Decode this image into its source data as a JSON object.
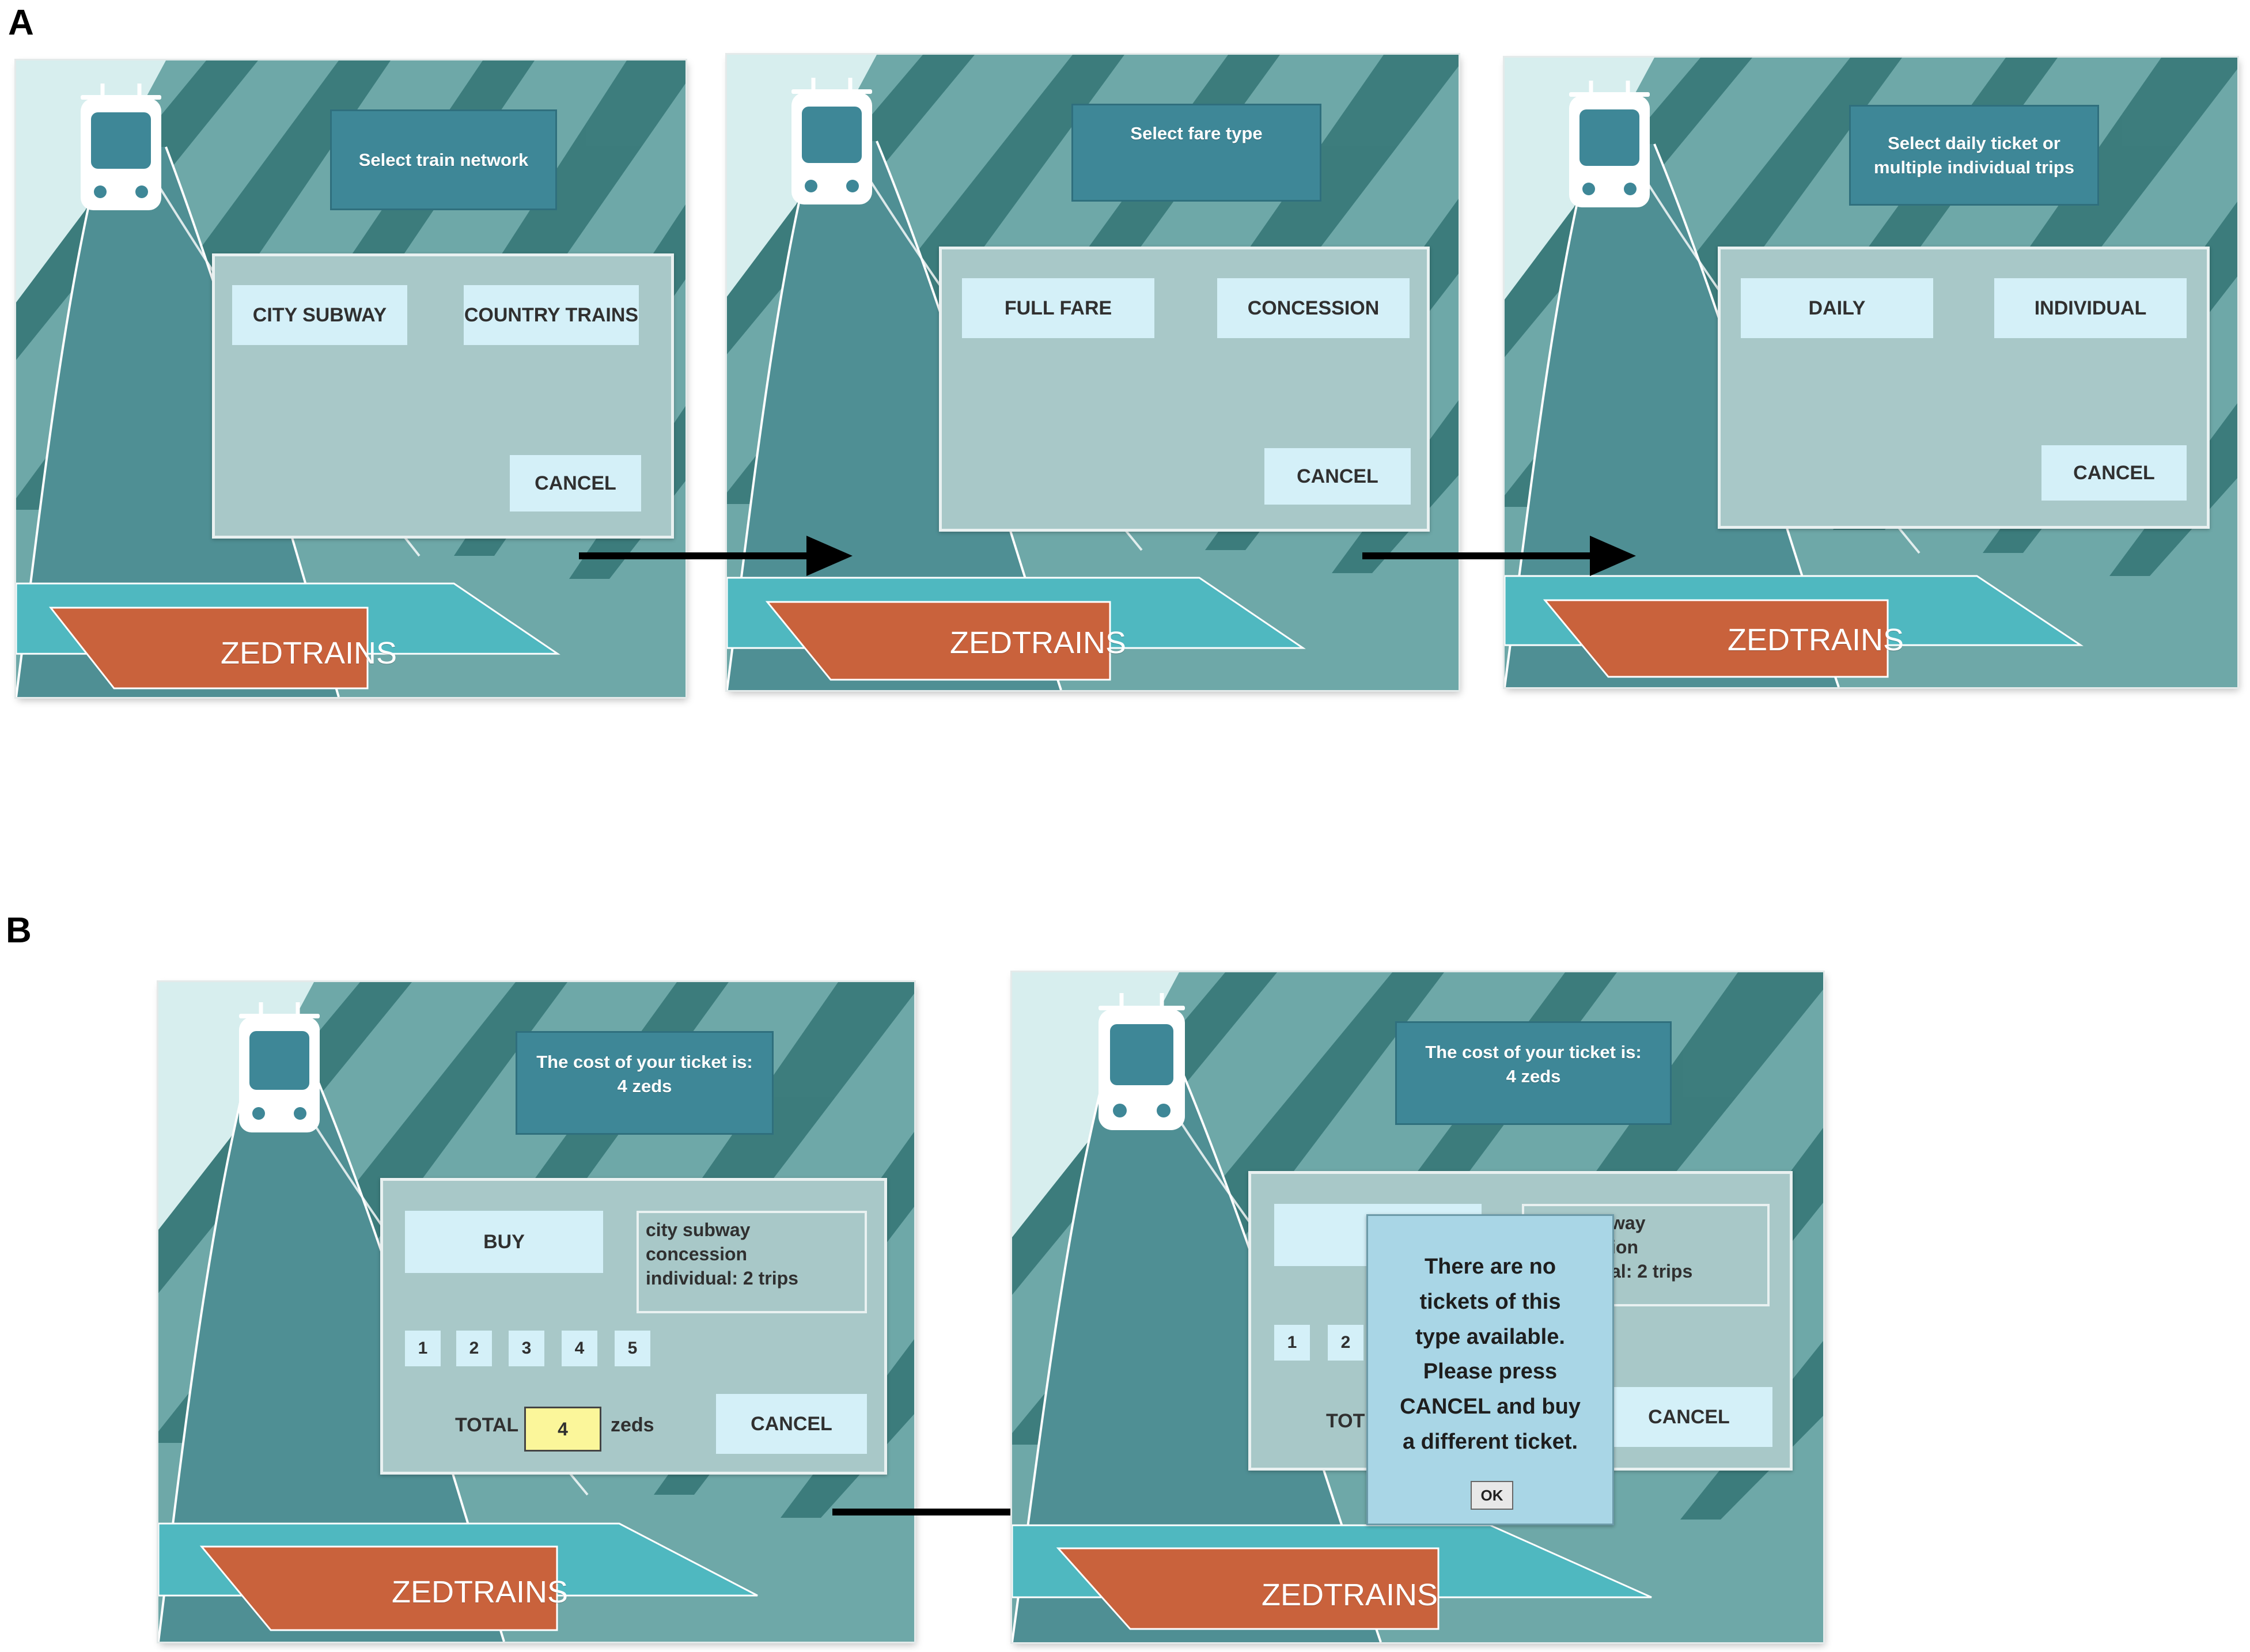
{
  "panels": {
    "a_label": "A",
    "b_label": "B"
  },
  "brand": "ZEDTRAINS",
  "screen1": {
    "title": "Select train network",
    "option_left": "CITY SUBWAY",
    "option_right": "COUNTRY TRAINS",
    "cancel": "CANCEL"
  },
  "screen2": {
    "title": "Select fare type",
    "option_left": "FULL FARE",
    "option_right": "CONCESSION",
    "cancel": "CANCEL"
  },
  "screen3": {
    "title": "Select daily ticket or\nmultiple individual trips",
    "option_left": "DAILY",
    "option_right": "INDIVIDUAL",
    "cancel": "CANCEL"
  },
  "screen4": {
    "title": "The cost of your ticket is:\n4 zeds",
    "buy": "BUY",
    "summary": "city subway\nconcession\nindividual: 2 trips",
    "quantities": [
      "1",
      "2",
      "3",
      "4",
      "5"
    ],
    "total_label": "TOTAL",
    "total_value": "4",
    "unit": "zeds",
    "cancel": "CANCEL"
  },
  "screen5": {
    "title": "The cost of your ticket is:\n4 zeds",
    "buy_fragment": "B",
    "summary_fragment": "way\nion\nal: 2 trips",
    "quantities": [
      "1",
      "2"
    ],
    "total_fragment": "TOT",
    "cancel": "CANCEL",
    "alert_message": "There are no\ntickets of this\ntype available.\nPlease press\nCANCEL and buy\na different ticket.",
    "alert_ok": "OK"
  }
}
